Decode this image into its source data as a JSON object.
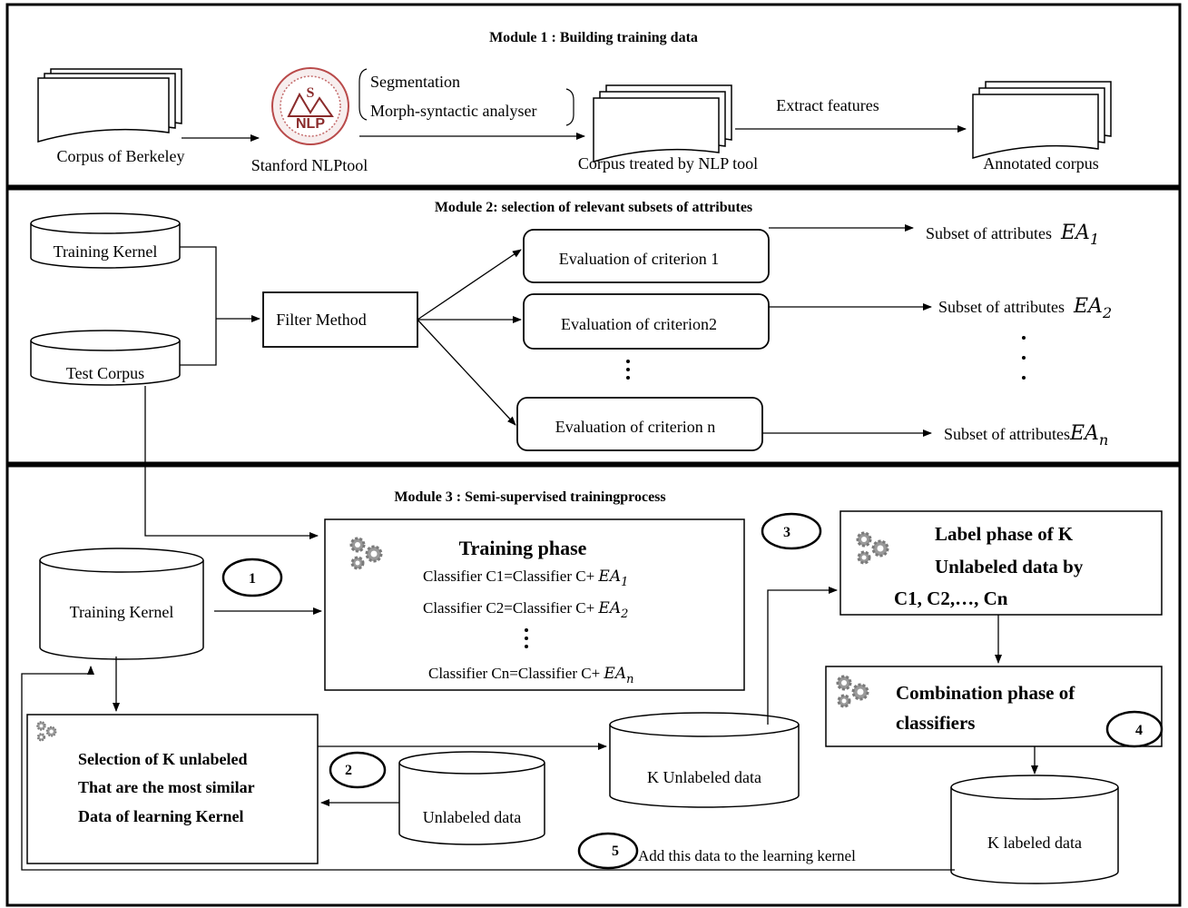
{
  "module1": {
    "title": "Module 1 : Building training data",
    "corpus_berkeley": "Corpus of Berkeley",
    "stanford_tool": "Stanford NLPtool",
    "logo_text": "NLP",
    "logo_letter": "S",
    "steps": [
      "Segmentation",
      "Morph-syntactic analyser"
    ],
    "corpus_treated": "Corpus treated by NLP tool",
    "extract": "Extract features",
    "annotated": "Annotated corpus"
  },
  "module2": {
    "title": "Module 2: selection of relevant subsets of attributes",
    "training_kernel": "Training Kernel",
    "test_corpus": "Test Corpus",
    "filter": "Filter Method",
    "criteria": [
      "Evaluation of criterion 1",
      "Evaluation of criterion2",
      "Evaluation of criterion n"
    ],
    "subset_prefix": "Subset of attributes",
    "subset_prefix_nospace": "Subset of attributes",
    "ea": "EA",
    "subs": [
      "1",
      "2",
      "n"
    ]
  },
  "module3": {
    "title": "Module 3 : Semi-supervised trainingprocess",
    "training_phase": "Training phase",
    "classifiers": [
      "Classifier C1=Classifier C+ ",
      "Classifier C2=Classifier C+ ",
      "Classifier Cn=Classifier C+ "
    ],
    "classifier_subs": [
      "1",
      "2",
      "n"
    ],
    "training_kernel": "Training Kernel",
    "label_phase": [
      "Label phase of K",
      "Unlabeled  data  by",
      "C1, C2,…, Cn"
    ],
    "combination": [
      "Combination phase of",
      "classifiers"
    ],
    "selection": [
      "Selection of K unlabeled",
      "That are the most similar",
      "Data of learning Kernel"
    ],
    "k_unlabeled": "K Unlabeled data",
    "unlabeled": "Unlabeled data",
    "k_labeled": "K labeled data",
    "add_data": "Add this data to the learning kernel",
    "steps": [
      "1",
      "2",
      "3",
      "4",
      "5"
    ]
  }
}
